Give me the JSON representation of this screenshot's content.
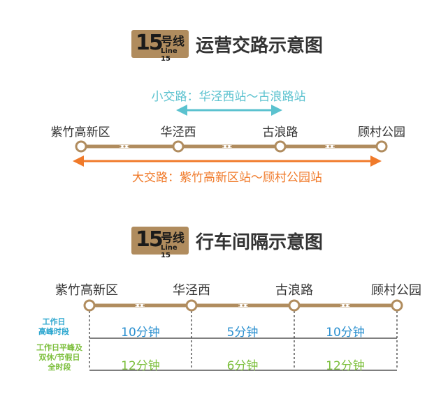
{
  "colors": {
    "line": "#b08c5e",
    "short_route": "#5bc2cf",
    "long_route": "#f07a2a",
    "peak": "#2a8fcf",
    "offpeak": "#7cbf3c"
  },
  "section1": {
    "badge": {
      "num": "15",
      "cn": "号线",
      "en": "Line 15"
    },
    "title": "运营交路示意图",
    "stations": [
      "紫竹高新区",
      "华泾西",
      "古浪路",
      "顾村公园"
    ],
    "short_route": "小交路：华泾西站～古浪路站",
    "long_route": "大交路：紫竹高新区站～顾村公园站",
    "gap": "···"
  },
  "section2": {
    "badge": {
      "num": "15",
      "cn": "号线",
      "en": "Line 15"
    },
    "title": "行车间隔示意图",
    "stations": [
      "紫竹高新区",
      "华泾西",
      "古浪路",
      "顾村公园"
    ],
    "gap": "···",
    "rows": [
      {
        "label_lines": [
          "工作日",
          "高峰时段"
        ],
        "values": [
          "10分钟",
          "5分钟",
          "10分钟"
        ]
      },
      {
        "label_lines": [
          "工作日平峰及",
          "双休/节假日",
          "全时段"
        ],
        "values": [
          "12分钟",
          "6分钟",
          "12分钟"
        ]
      }
    ]
  }
}
